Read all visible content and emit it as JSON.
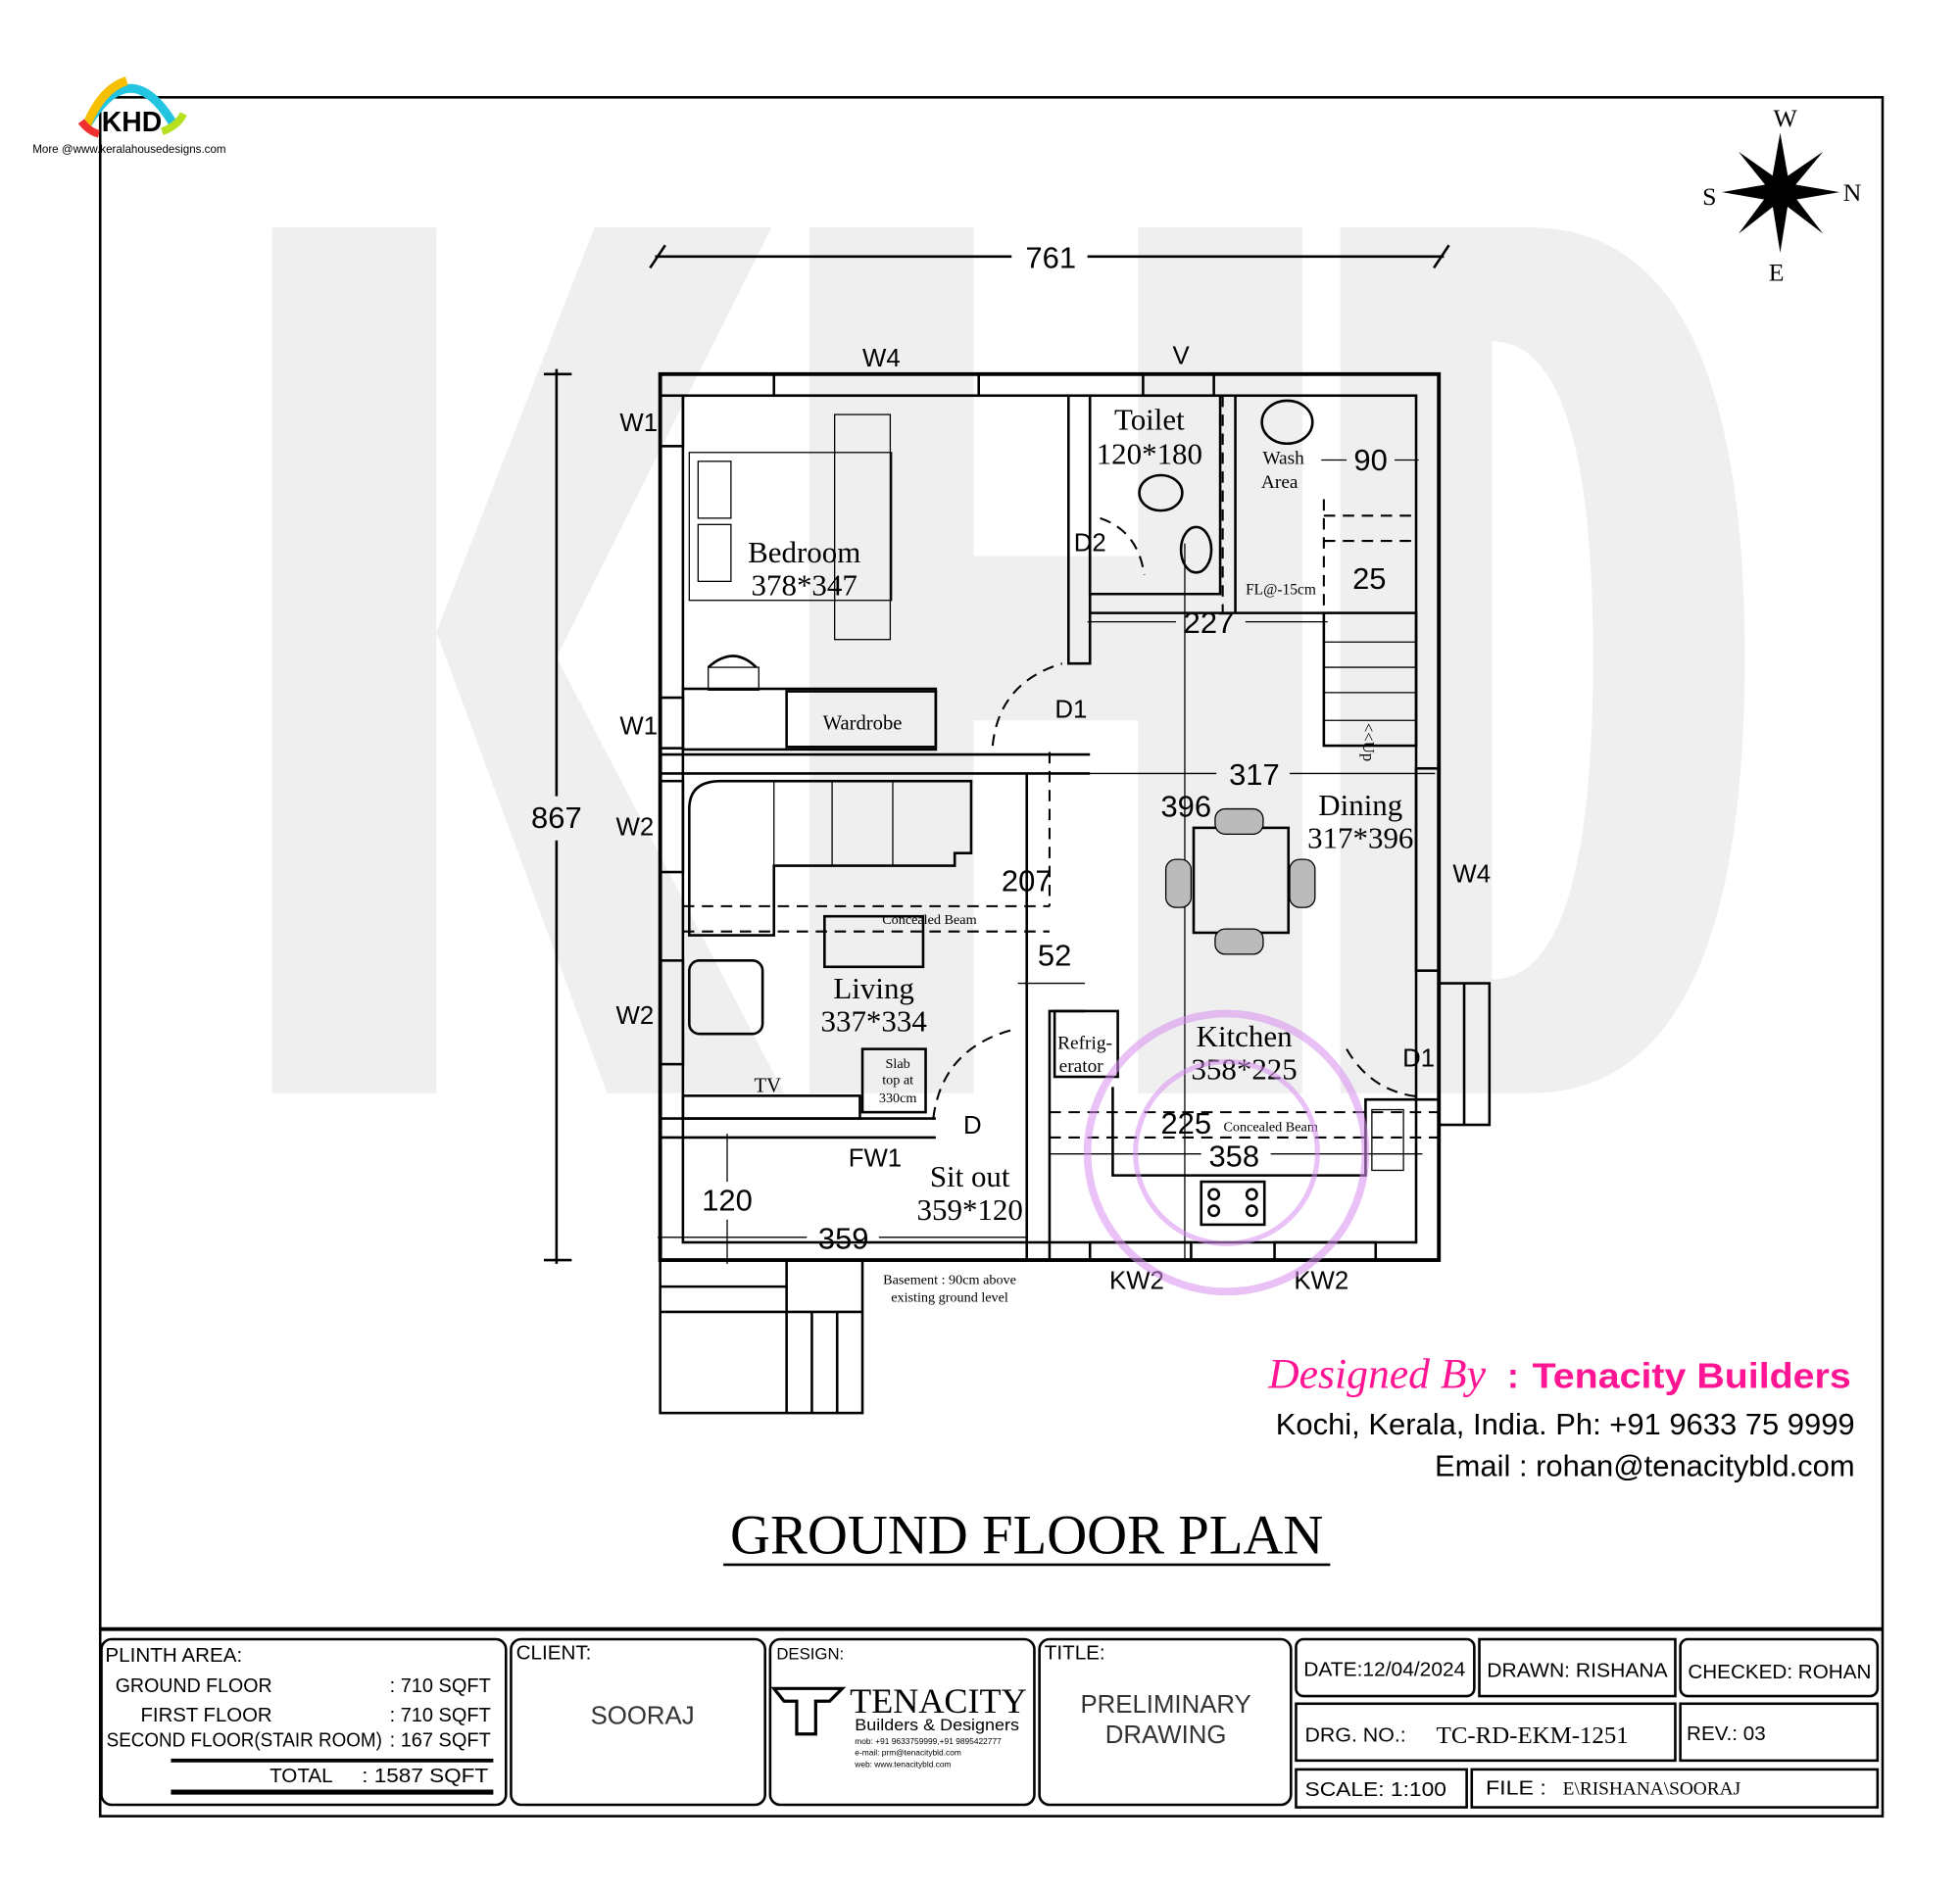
{
  "logo": {
    "text": "KHD",
    "caption": "More @www.keralahousedesigns.com"
  },
  "compass": {
    "w": "W",
    "s": "S",
    "n": "N",
    "e": "E"
  },
  "watermark": "KHD",
  "dimensions": {
    "overall_width": "761",
    "overall_depth": "867",
    "wash_width": "90",
    "step": "25",
    "passage": "227",
    "dining_width": "317",
    "dining_depth": "396",
    "living_gap": "207",
    "gap_52": "52",
    "kitchen_depth": "225",
    "kitchen_width": "358",
    "sitout_depth": "120",
    "sitout_width": "359"
  },
  "openings": {
    "w4_top": "W4",
    "v": "V",
    "w1_a": "W1",
    "w1_b": "W1",
    "w2_a": "W2",
    "w2_b": "W2",
    "w4_right": "W4",
    "d2": "D2",
    "d1_bed": "D1",
    "d1_kitchen": "D1",
    "d_main": "D",
    "fw1": "FW1",
    "kw2_a": "KW2",
    "kw2_b": "KW2"
  },
  "rooms": {
    "bedroom": {
      "name": "Bedroom",
      "size": "378*347"
    },
    "toilet": {
      "name": "Toilet",
      "size": "120*180"
    },
    "wash": {
      "name1": "Wash",
      "name2": "Area",
      "level": "FL@-15cm"
    },
    "living": {
      "name": "Living",
      "size": "337*334"
    },
    "dining": {
      "name": "Dining",
      "size": "317*396"
    },
    "kitchen": {
      "name": "Kitchen",
      "size": "358*225"
    },
    "sitout": {
      "name": "Sit out",
      "size": "359*120"
    }
  },
  "fixtures": {
    "wardrobe": "Wardrobe",
    "tv": "TV",
    "fridge1": "Refrig-",
    "fridge2": "erator",
    "slab1": "Slab",
    "slab2": "top at",
    "slab3": "330cm",
    "beam_living": "Concealed Beam",
    "beam_kitchen": "Concealed Beam",
    "stair_up": "<<Up",
    "basement1": "Basement : 90cm above",
    "basement2": "existing ground level"
  },
  "designer": {
    "designed_by": "Designed By",
    "sep": ":",
    "company": "Tenacity Builders",
    "address": "Kochi, Kerala, India.  Ph: +91 9633 75 9999",
    "email": "Email : rohan@tenacitybld.com",
    "brand_color": "#ff1493"
  },
  "drawing_title": "GROUND FLOOR PLAN",
  "title_block": {
    "plinth": {
      "label": "PLINTH AREA:",
      "rows": [
        {
          "name": "GROUND FLOOR",
          "value": ": 710 SQFT"
        },
        {
          "name": "FIRST  FLOOR",
          "value": ": 710 SQFT"
        },
        {
          "name": "SECOND FLOOR(STAIR ROOM)",
          "value": ": 167 SQFT"
        }
      ],
      "total_label": "TOTAL",
      "total_value": ":   1587 SQFT"
    },
    "client": {
      "label": "CLIENT:",
      "value": "SOORAJ"
    },
    "design": {
      "label": "DESIGN:",
      "company": "TENACITY",
      "tagline": "Builders & Designers",
      "mob": "mob: +91 9633759999,+91 9895422777",
      "email": "e-mail: prm@tenacitybld.com",
      "web": "web: www.tenacitybld.com"
    },
    "title": {
      "label": "TITLE:",
      "line1": "PRELIMINARY",
      "line2": "DRAWING"
    },
    "date": "DATE:12/04/2024",
    "drawn": "DRAWN: RISHANA",
    "checked": "CHECKED: ROHAN",
    "drg_label": "DRG. NO.:",
    "drg_value": "TC-RD-EKM-1251",
    "rev": "REV.: 03",
    "scale": "SCALE:  1:100",
    "file_label": "FILE :",
    "file_value": "E\\RISHANA\\SOORAJ"
  }
}
